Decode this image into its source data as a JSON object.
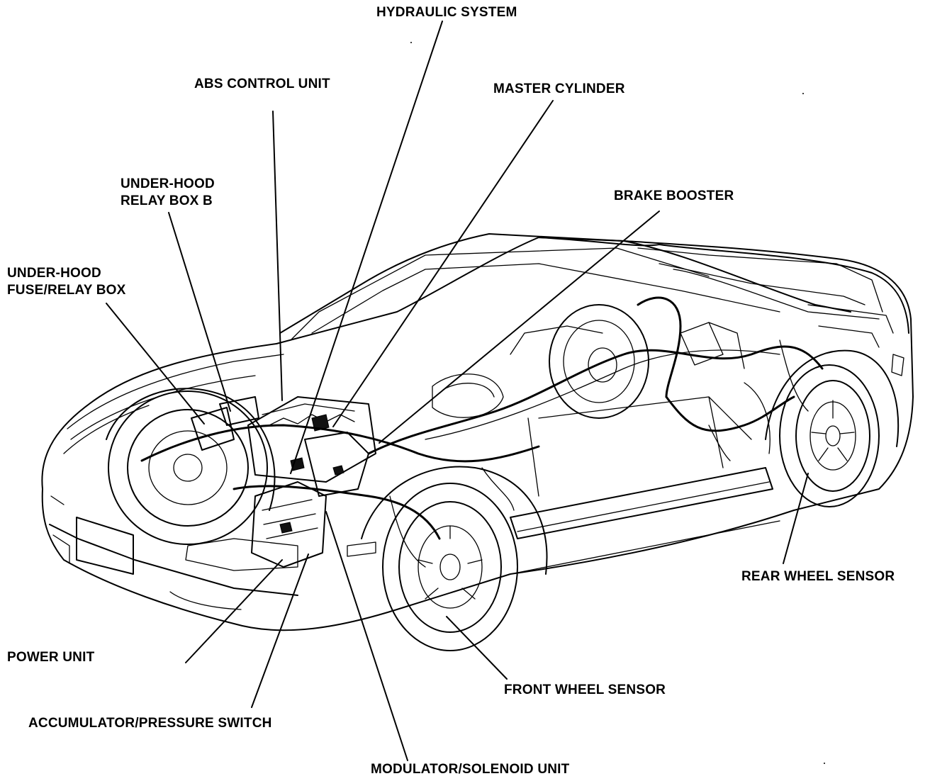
{
  "labels": {
    "hydraulic_system": "HYDRAULIC SYSTEM",
    "abs_control_unit": "ABS CONTROL UNIT",
    "master_cylinder": "MASTER CYLINDER",
    "relay_box_b_line1": "UNDER-HOOD",
    "relay_box_b_line2": "RELAY BOX B",
    "brake_booster": "BRAKE BOOSTER",
    "fuse_relay_box_line1": "UNDER-HOOD",
    "fuse_relay_box_line2": "FUSE/RELAY BOX",
    "rear_wheel_sensor": "REAR WHEEL SENSOR",
    "power_unit": "POWER UNIT",
    "front_wheel_sensor": "FRONT WHEEL SENSOR",
    "accumulator_pressure_switch": "ACCUMULATOR/PRESSURE SWITCH",
    "modulator_solenoid_unit": "MODULATOR/SOLENOID UNIT"
  }
}
